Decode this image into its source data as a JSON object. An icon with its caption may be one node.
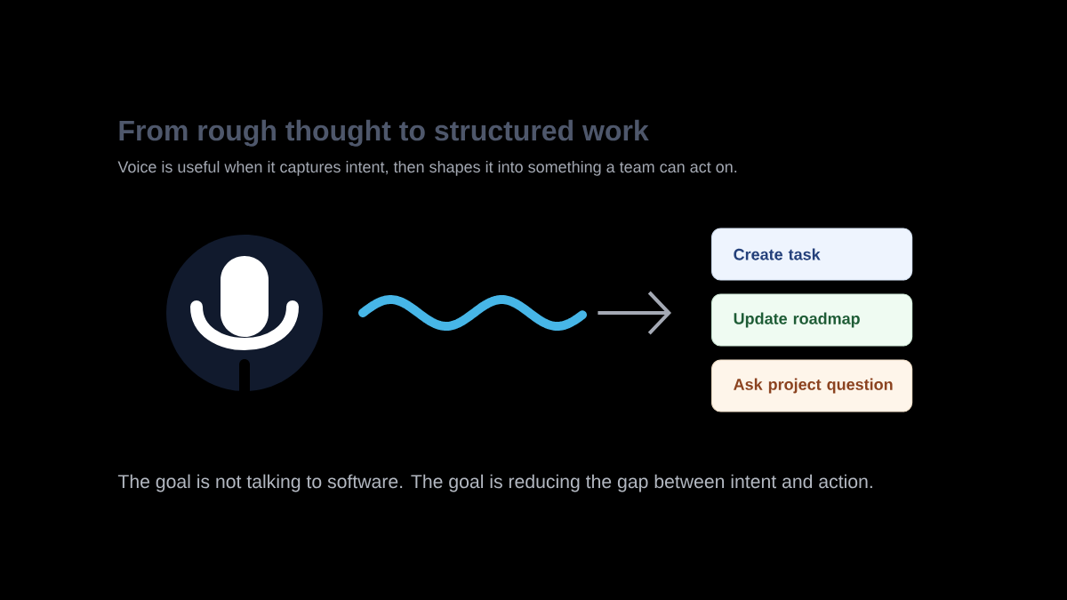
{
  "diagram": {
    "title": "From rough thought to structured work",
    "caption": "The goal is not talking to software. The goal is reducing the gap between intent and action.",
    "nodes": [
      {
        "text": [],
        "shape": "picture"
      },
      {
        "text": [],
        "shape": "wave"
      },
      {
        "text": [
          "Create task"
        ]
      },
      {
        "text": [
          "Update roadmap"
        ]
      },
      {
        "text": [
          "Ask project question"
        ]
      }
    ],
    "edges": [
      {
        "from": 1,
        "to": 3,
        "arrow": "to"
      }
    ],
    "labels": [
      "Voice is useful when it captures intent, then shapes it into something a team can act on."
    ]
  }
}
